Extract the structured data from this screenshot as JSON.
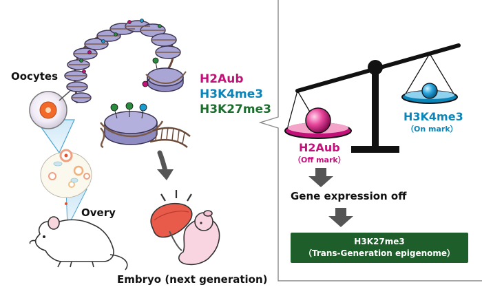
{
  "labels": {
    "oocytes": "Oocytes",
    "overy": "Overy",
    "embryo": "Embryo (next generation)",
    "h2aub": "H2Aub",
    "h3k4me3": "H3K4me3",
    "h3k27me3": "H3K27me3"
  },
  "panel": {
    "left_pan_mark": "H2Aub",
    "left_pan_note": "（Off mark）",
    "right_pan_mark": "H3K4me3",
    "right_pan_note": "（On mark）",
    "step1": "Gene expression off",
    "box_line1": "H3K27me3",
    "box_line2": "（Trans-Generation epigenome）"
  },
  "colors": {
    "h2aub": "#c3117a",
    "h3k4me3": "#0b85b8",
    "h3k27me3": "#1c6e2e",
    "nucleosome": "#a9a6d6",
    "box": "#1e5e2a"
  }
}
